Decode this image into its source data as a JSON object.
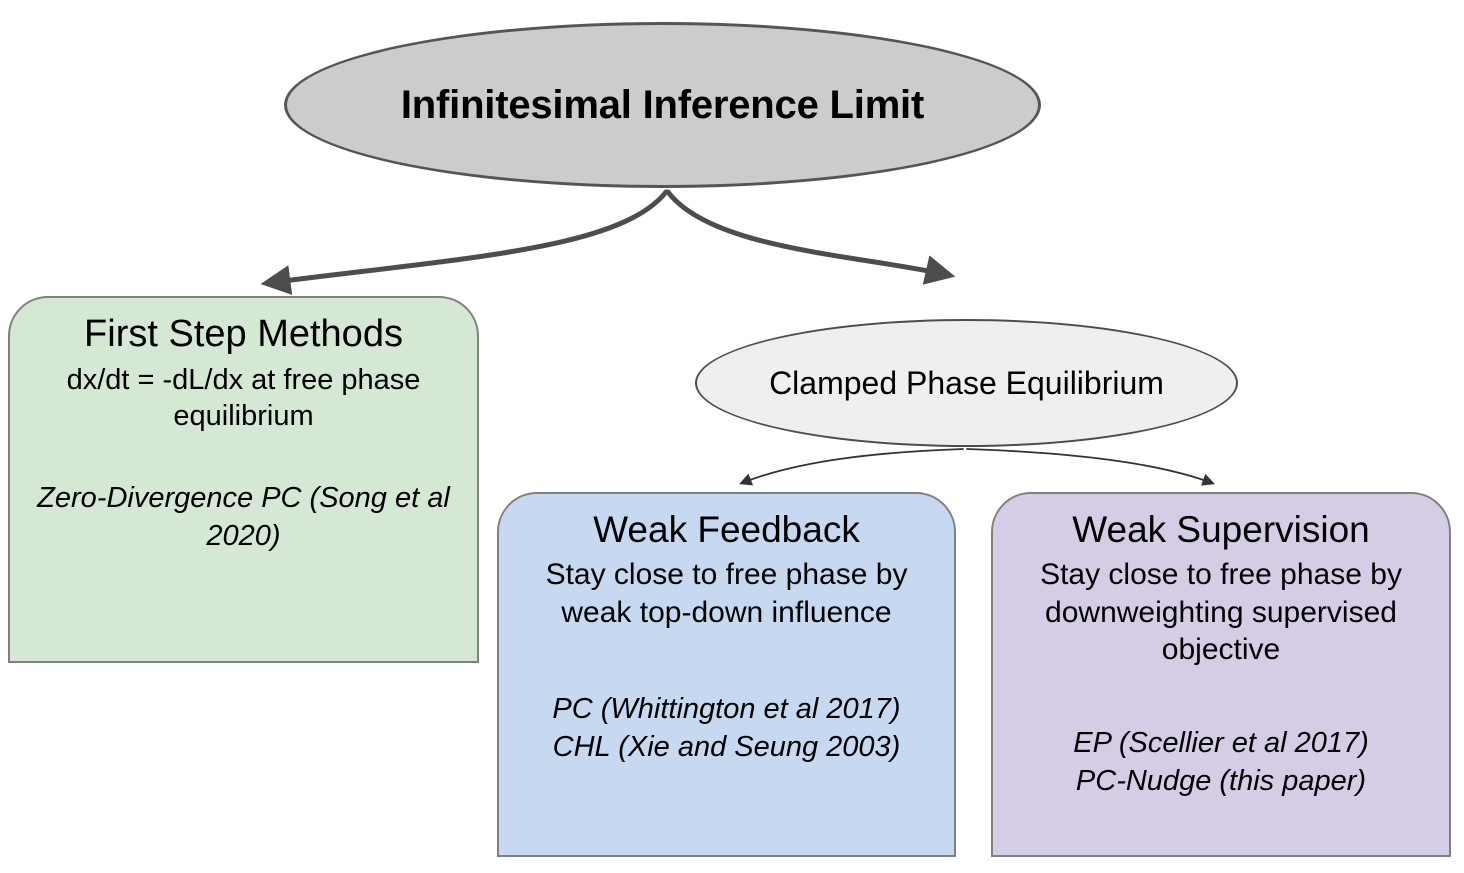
{
  "diagram": {
    "type": "flowchart",
    "background_color": "#ffffff",
    "nodes": [
      {
        "id": "root",
        "shape": "ellipse",
        "title": "Infinitesimal Inference Limit",
        "fill": "#cccccc",
        "stroke": "#555555"
      },
      {
        "id": "first_step",
        "shape": "rounded-top-box",
        "title": "First Step Methods",
        "desc": "dx/dt = -dL/dx at free phase equilibrium",
        "refs": [
          "Zero-Divergence PC (Song et al 2020)"
        ],
        "fill": "#d5e8d4",
        "stroke": "#808080"
      },
      {
        "id": "clamped",
        "shape": "ellipse",
        "title": "Clamped Phase Equilibrium",
        "fill": "#efefef",
        "stroke": "#4d4d4d"
      },
      {
        "id": "weak_feedback",
        "shape": "rounded-top-box",
        "title": "Weak Feedback",
        "desc": "Stay close to free phase by weak top-down influence",
        "refs": [
          "PC (Whittington et al 2017)",
          "CHL (Xie and Seung 2003)"
        ],
        "fill": "#c6d9f1",
        "stroke": "#808080"
      },
      {
        "id": "weak_supervision",
        "shape": "rounded-top-box",
        "title": "Weak Supervision",
        "desc": "Stay close to free phase by downweighting supervised objective",
        "refs": [
          "EP (Scellier et al 2017)",
          "PC-Nudge (this paper)"
        ],
        "fill": "#d5cce6",
        "stroke": "#808080"
      }
    ],
    "edges": [
      {
        "from": "root",
        "to": "first_step",
        "style": "thick-curved-arrow",
        "color": "#4d4d4d"
      },
      {
        "from": "root",
        "to": "clamped",
        "style": "thick-curved-arrow",
        "color": "#4d4d4d"
      },
      {
        "from": "clamped",
        "to": "weak_feedback",
        "style": "thin-curved-arrow",
        "color": "#333333"
      },
      {
        "from": "clamped",
        "to": "weak_supervision",
        "style": "thin-curved-arrow",
        "color": "#333333"
      }
    ]
  }
}
